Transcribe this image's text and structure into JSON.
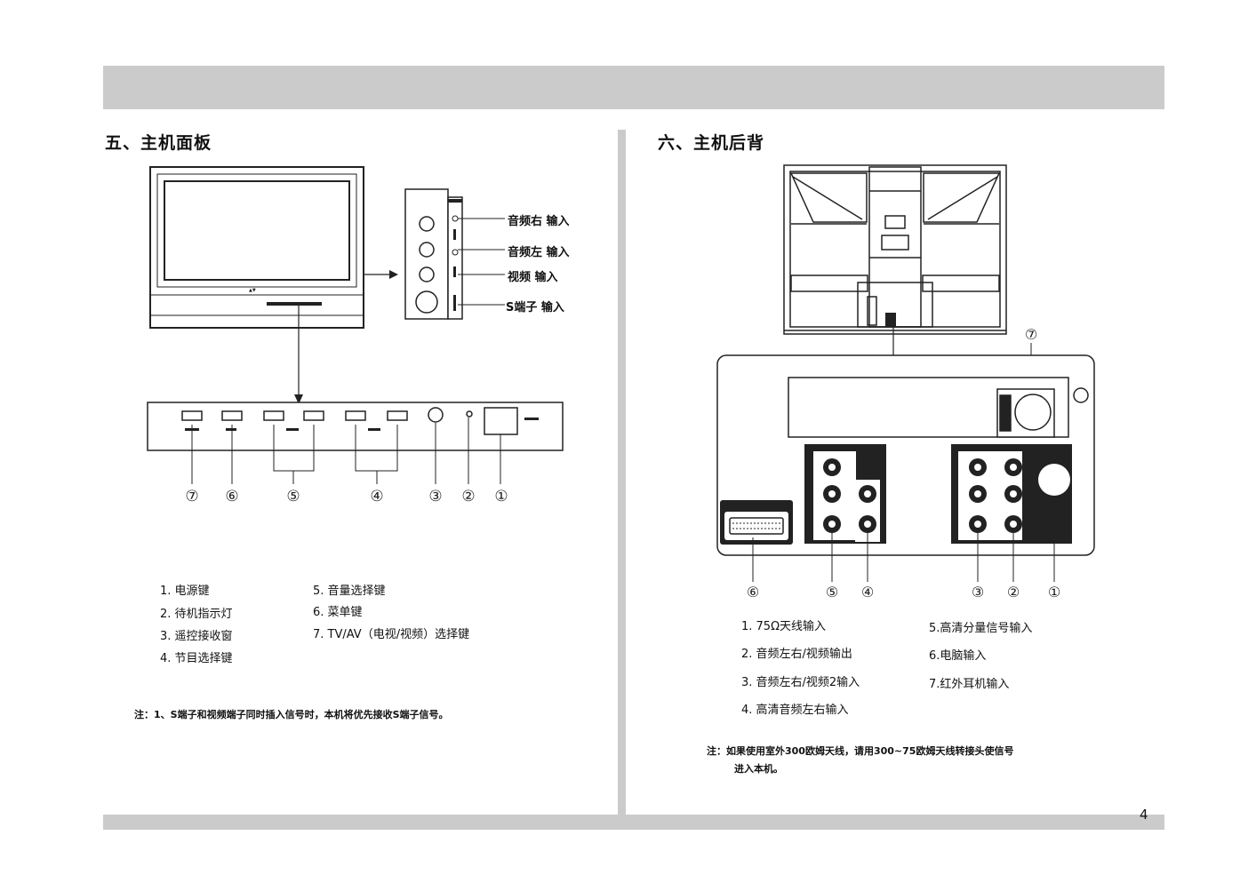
{
  "page": {
    "number": "4"
  },
  "left": {
    "heading": "五、主机面板",
    "side_labels": [
      "音频右 输入",
      "音频左 输入",
      "视频 输入",
      "S端子 输入"
    ],
    "panel_callouts": [
      "⑦",
      "⑥",
      "⑤",
      "④",
      "③",
      "②",
      "①"
    ],
    "legend_col1": [
      "1.  电源键",
      "2.  待机指示灯",
      "3.  遥控接收窗",
      "4.  节目选择键"
    ],
    "legend_col2": [
      "5.  音量选择键",
      "6.  菜单键",
      "7.  TV/AV（电视/视频）选择键"
    ],
    "note": "注：1、S端子和视频端子同时插入信号时，本机将优先接收S端子信号。"
  },
  "right": {
    "heading": "六、主机后背",
    "top_callout": "⑦",
    "panel_callouts": [
      "⑥",
      "⑤",
      "④",
      "③",
      "②",
      "①"
    ],
    "legend_col1": [
      "1. 75Ω天线输入",
      "2.  音频左右/视频输出",
      "3.  音频左右/视频2输入",
      "4.  高清音频左右输入"
    ],
    "legend_col2": [
      "5.高清分量信号输入",
      "6.电脑输入",
      "7.红外耳机输入"
    ],
    "note_line1": "注：如果使用室外300欧姆天线，请用300~75欧姆天线转接头使信号",
    "note_line2": "进入本机。"
  }
}
